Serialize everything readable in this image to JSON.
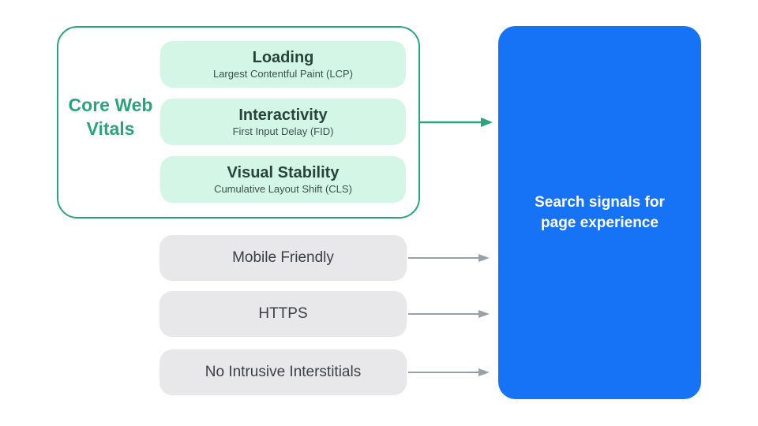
{
  "diagram": {
    "core_web_vitals": {
      "label": "Core Web Vitals",
      "items": [
        {
          "title": "Loading",
          "subtitle": "Largest Contentful Paint (LCP)"
        },
        {
          "title": "Interactivity",
          "subtitle": "First Input Delay (FID)"
        },
        {
          "title": "Visual Stability",
          "subtitle": "Cumulative Layout Shift (CLS)"
        }
      ]
    },
    "other_signals": [
      {
        "label": "Mobile Friendly"
      },
      {
        "label": "HTTPS"
      },
      {
        "label": "No Intrusive Interstitials"
      }
    ],
    "result": {
      "label": "Search signals for page experience"
    },
    "colors": {
      "green": "#2BA47C",
      "light_green": "#D3F6E6",
      "gray_box": "#E8E8EA",
      "gray_arrow": "#9AA0A6",
      "blue": "#1773F5",
      "dark_text": "#3C4043",
      "white_text": "#FFFFFF"
    }
  }
}
